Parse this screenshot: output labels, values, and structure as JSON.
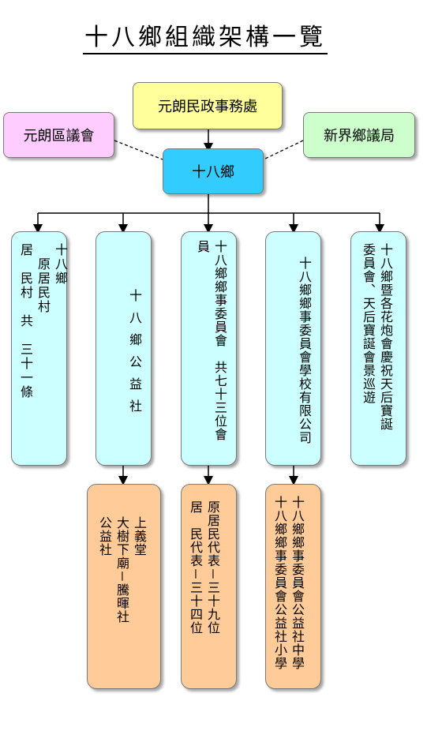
{
  "title": "十八鄉組織架構一覽",
  "nodes": {
    "gov": "元朗民政事務處",
    "district": "元朗區議會",
    "newterr": "新界鄉議局",
    "center": "十八鄉",
    "b1": "十八鄉\n　原居民村\n居　民村　共　三十一條",
    "b2": "十八鄉公益社",
    "b3": "十八鄉鄉事委員會　共七十三位會員",
    "b4": "十八鄉鄉事委員會學校有限公司",
    "b5": "十八鄉暨各花炮會慶祝天后寶誕\n委員會、天后寶誕會景巡遊",
    "s1": "上義堂\n大樹下廟－騰暉社\n公益社",
    "s2": "原居民代表－三十九位\n居　民代表－三十四位",
    "s3": "十八鄉鄉事委員會公益社中學\n十八鄉鄉事委員會公益社小學"
  },
  "colors": {
    "gov": "#ffff9c",
    "district": "#ffccff",
    "newterr": "#ccffcc",
    "center": "#33ccff",
    "branch": "#ccffff",
    "sub": "#ffcc99"
  }
}
